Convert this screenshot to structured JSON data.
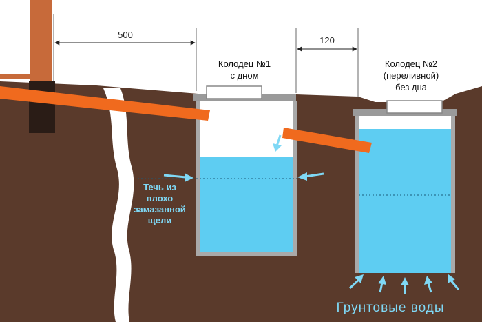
{
  "dimensions": {
    "d1": "500",
    "d2": "120"
  },
  "well1": {
    "line1": "Колодец №1",
    "line2": "с дном"
  },
  "well2": {
    "line1": "Колодец №2",
    "line2": "(переливной)",
    "line3": "без дна"
  },
  "leak": {
    "line1": "Течь из",
    "line2": "плохо",
    "line3": "замазанной",
    "line4": "щели"
  },
  "groundwater": "Грунтовые воды",
  "colors": {
    "soil": "#5a3a2b",
    "water": "#5ecdf2",
    "pipe": "#f06a1e",
    "post": "#c76a3a",
    "arrow": "#7fd8f5"
  }
}
